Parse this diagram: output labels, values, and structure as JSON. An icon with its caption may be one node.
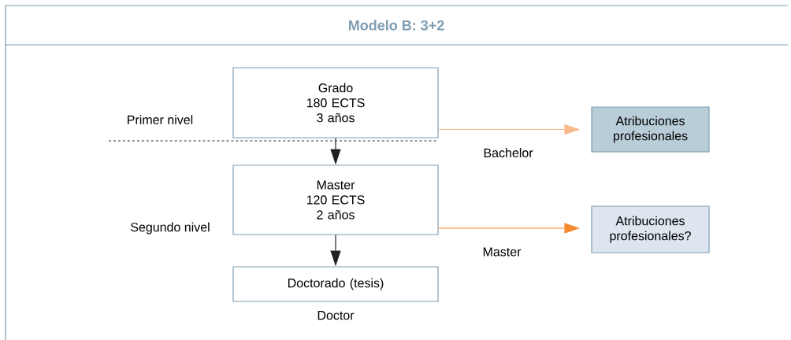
{
  "diagram": {
    "title": "Modelo B: 3+2",
    "nodes": [
      {
        "text": [
          "Grado",
          "180 ECTS",
          "3 años"
        ]
      },
      {
        "text": [
          "Master",
          "120 ECTS",
          "2 años"
        ]
      },
      {
        "text": [
          "Doctorado (tesis)"
        ],
        "beside": [
          "Doctor"
        ]
      },
      {
        "text": [
          "Atribuciones profesionales"
        ]
      },
      {
        "text": [
          "Atribuciones profesionales?"
        ]
      }
    ],
    "edges": [
      {
        "from": 0,
        "to": 1,
        "arrow": "to",
        "color": "#231f20"
      },
      {
        "from": 1,
        "to": 2,
        "arrow": "to",
        "color": "#231f20"
      },
      {
        "from": 0,
        "to": 3,
        "arrow": "to",
        "label": "Bachelor",
        "color": "#f9b98a"
      },
      {
        "from": 1,
        "to": 4,
        "arrow": "to",
        "label": "Master",
        "color": "#f58a2e"
      }
    ],
    "labels": [
      "Primer nivel",
      "Segundo nivel"
    ]
  }
}
